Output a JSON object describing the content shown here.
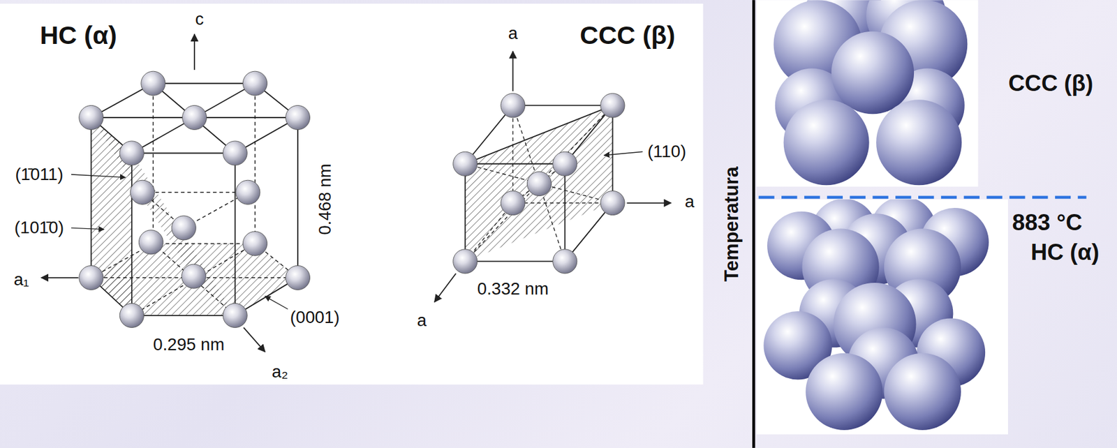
{
  "diagram": {
    "labels": [
      "HC (α)",
      "c",
      "CCC (β)",
      "a",
      "(110)",
      "(1̄011)",
      "0.468 nm",
      "(101̄0)",
      "a₁",
      "a",
      "(0001)",
      "0.295 nm",
      "a₂",
      "0.332 nm",
      "a",
      "Temperatura",
      "CCC (β)",
      "883 °C",
      "HC (α)"
    ]
  }
}
